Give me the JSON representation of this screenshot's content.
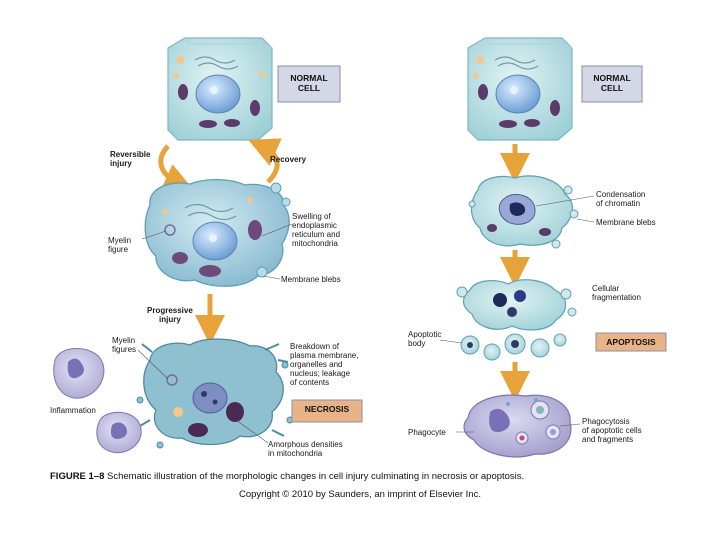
{
  "labels": {
    "normal_cell_left": "NORMAL\nCELL",
    "normal_cell_right": "NORMAL\nCELL",
    "reversible_injury": "Reversible\ninjury",
    "recovery": "Recovery",
    "swelling": "Swelling of\nendoplasmic\nreticulum and\nmitochondria",
    "myelin_figure": "Myelin\nfigure",
    "membrane_blebs_left": "Membrane blebs",
    "progressive_injury": "Progressive\ninjury",
    "myelin_figures": "Myelin\nfigures",
    "breakdown": "Breakdown of\nplasma membrane,\norganelles and\nnucleus; leakage\nof contents",
    "inflammation": "Inflammation",
    "necrosis": "NECROSIS",
    "amorphous": "Amorphous densities\nin mitochondria",
    "condensation": "Condensation\nof chromatin",
    "membrane_blebs_right": "Membrane blebs",
    "cellular_fragmentation": "Cellular\nfragmentation",
    "apoptotic_body": "Apoptotic\nbody",
    "apoptosis": "APOPTOSIS",
    "phagocyte": "Phagocyte",
    "phagocytosis": "Phagocytosis\nof apoptotic cells\nand fragments"
  },
  "caption": {
    "figure_number": "FIGURE 1–8",
    "text": " Schematic illustration of the morphologic changes in cell injury culminating in necrosis or apoptosis."
  },
  "copyright": "Copyright © 2010 by Saunders, an imprint of Elsevier Inc.",
  "colors": {
    "cell_fill": "#cfe9ea",
    "cell_border": "#7fb7c0",
    "swollen_fill": "#b9dbe6",
    "nucleus": "#8fb6e0",
    "mitochondria": "#5a3b6a",
    "arrow": "#e8a23a",
    "necrotic": "#5f9fb5",
    "phagocyte": "#b8b4d8"
  }
}
